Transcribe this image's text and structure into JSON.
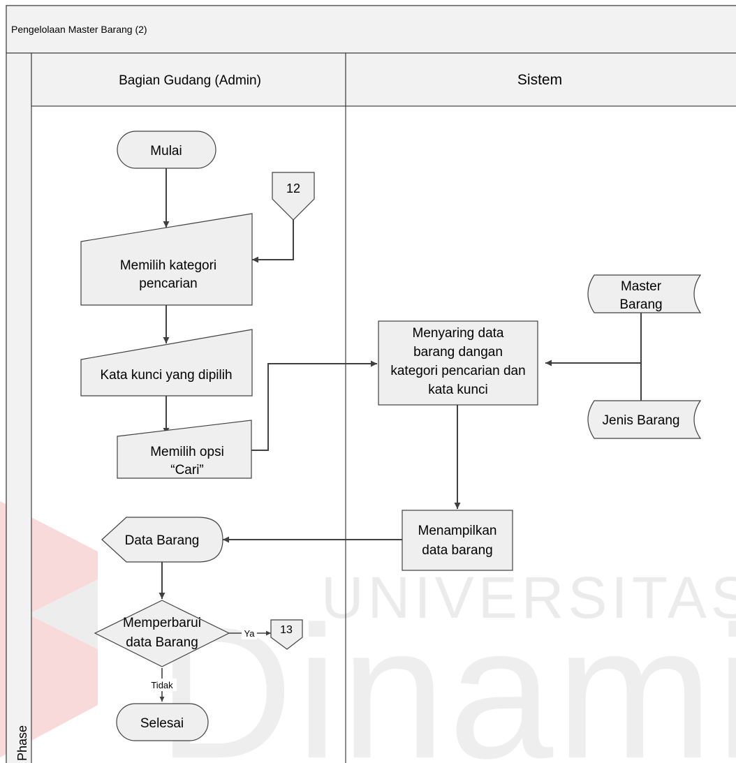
{
  "header": {
    "title": "Pengelolaan Master Barang (2)"
  },
  "phase_label": "Phase",
  "lanes": [
    {
      "name": "Bagian Gudang (Admin)"
    },
    {
      "name": "Sistem"
    }
  ],
  "nodes": {
    "start": "Mulai",
    "connector_in": "12",
    "select_category": [
      "Memilih kategori",
      "pencarian"
    ],
    "keyword": "Kata kunci yang dipilih",
    "choose_search": [
      "Memilih opsi",
      "“Cari”"
    ],
    "filter": [
      "Menyaring data",
      "barang dangan",
      "kategori pencarian dan",
      "kata kunci"
    ],
    "master_barang": [
      "Master",
      "Barang"
    ],
    "jenis_barang": "Jenis Barang",
    "show_data": [
      "Menampilkan",
      "data barang"
    ],
    "data_barang": "Data Barang",
    "decision": [
      "Memperbarui",
      "data Barang"
    ],
    "yes_label": "Ya",
    "no_label": "Tidak",
    "connector_out": "13",
    "end": "Selesai"
  },
  "watermark": {
    "word1": "UNIVERSITAS",
    "word2": "Dinamika"
  },
  "colors": {
    "shape_fill": "#efefef",
    "header_fill": "#f2f2f2",
    "line": "#404040",
    "watermark_red": "#f8d6d6",
    "watermark_grey": "#e8e8e8"
  }
}
